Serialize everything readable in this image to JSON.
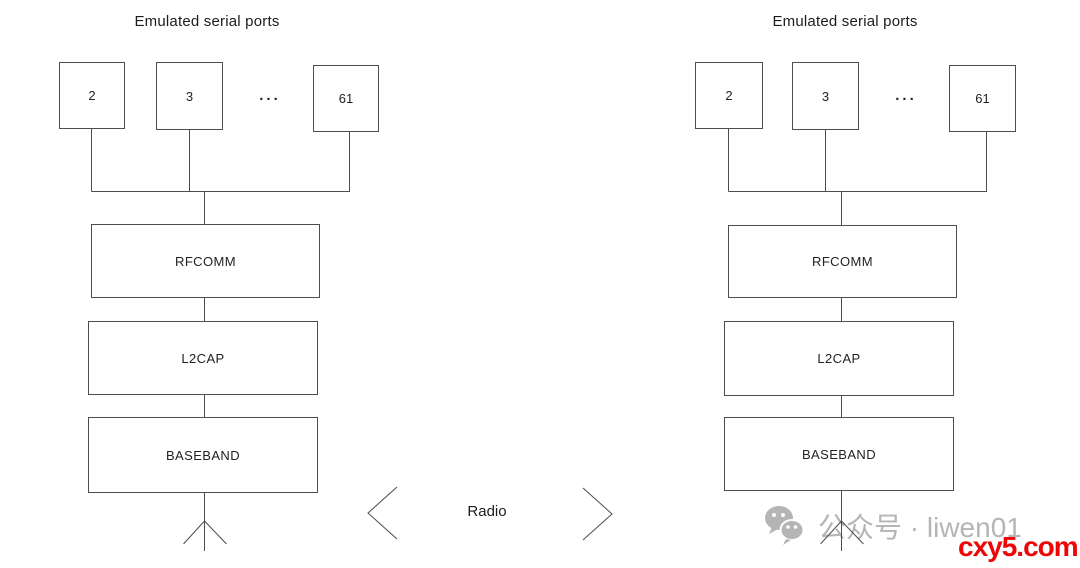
{
  "stacks": [
    {
      "title": "Emulated serial ports",
      "ports": [
        {
          "label": "2"
        },
        {
          "label": "3"
        },
        {
          "label": "61"
        }
      ],
      "ellipsis": "...",
      "layers": [
        {
          "label": "RFCOMM"
        },
        {
          "label": "L2CAP"
        },
        {
          "label": "BASEBAND"
        }
      ]
    },
    {
      "title": "Emulated serial ports",
      "ports": [
        {
          "label": "2"
        },
        {
          "label": "3"
        },
        {
          "label": "61"
        }
      ],
      "ellipsis": "...",
      "layers": [
        {
          "label": "RFCOMM"
        },
        {
          "label": "L2CAP"
        },
        {
          "label": "BASEBAND"
        }
      ]
    }
  ],
  "radio": {
    "label": "Radio"
  },
  "watermark": {
    "wechat_text": "公众号 · liwen01",
    "site_text": "cxy5.com",
    "gray_color": "#b5b5b5",
    "red_color": "#ee0606"
  },
  "colors": {
    "line": "#4d4d4d",
    "text": "#1c1c1c",
    "background": "#ffffff"
  }
}
